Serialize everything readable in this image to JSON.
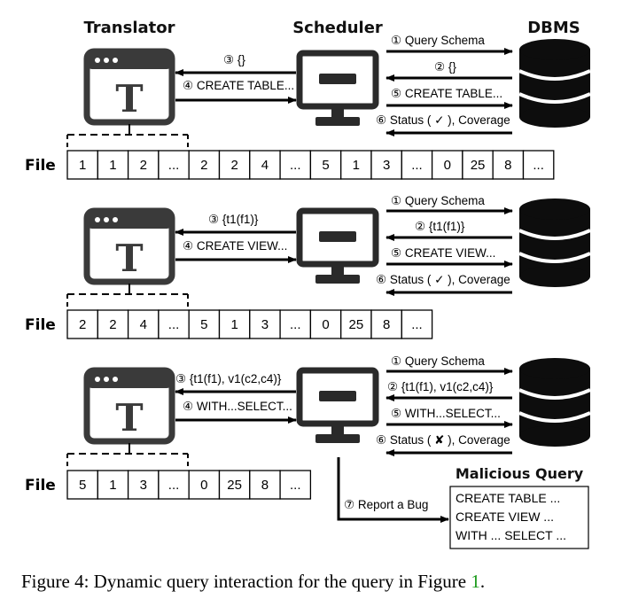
{
  "headers": {
    "translator": "Translator",
    "scheduler": "Scheduler",
    "dbms": "DBMS"
  },
  "icon_glyph": "T",
  "file_label": "File",
  "marks": {
    "check": "✓",
    "cross": "✘"
  },
  "rounds": [
    {
      "left_top": "③ {}",
      "left_bottom": "④ CREATE TABLE...",
      "right": [
        "① Query Schema",
        "② {}",
        "⑤ CREATE TABLE...",
        "⑥ Status ( ✓ ), Coverage"
      ],
      "cells": [
        "1",
        "1",
        "2",
        "...",
        "2",
        "2",
        "4",
        "...",
        "5",
        "1",
        "3",
        "...",
        "0",
        "25",
        "8",
        "..."
      ]
    },
    {
      "left_top": "③ {t1(f1)}",
      "left_bottom": "④ CREATE VIEW...",
      "right": [
        "① Query Schema",
        "② {t1(f1)}",
        "⑤ CREATE VIEW...",
        "⑥ Status ( ✓ ), Coverage"
      ],
      "cells": [
        "2",
        "2",
        "4",
        "...",
        "5",
        "1",
        "3",
        "...",
        "0",
        "25",
        "8",
        "..."
      ]
    },
    {
      "left_top": "③ {t1(f1), v1(c2,c4)}",
      "left_bottom": "④ WITH...SELECT...",
      "right": [
        "① Query Schema",
        "② {t1(f1), v1(c2,c4)}",
        "⑤ WITH...SELECT...",
        "⑥ Status ( ✘ ), Coverage"
      ],
      "cells": [
        "5",
        "1",
        "3",
        "...",
        "0",
        "25",
        "8",
        "..."
      ]
    }
  ],
  "report_bug": "⑦ Report a Bug",
  "malicious": {
    "title": "Malicious Query",
    "lines": [
      "CREATE TABLE ...",
      "CREATE VIEW ...",
      "WITH ... SELECT ..."
    ]
  },
  "caption": {
    "text": "Figure 4: Dynamic query interaction for the query in Figure ",
    "link": "1",
    "end": "."
  }
}
